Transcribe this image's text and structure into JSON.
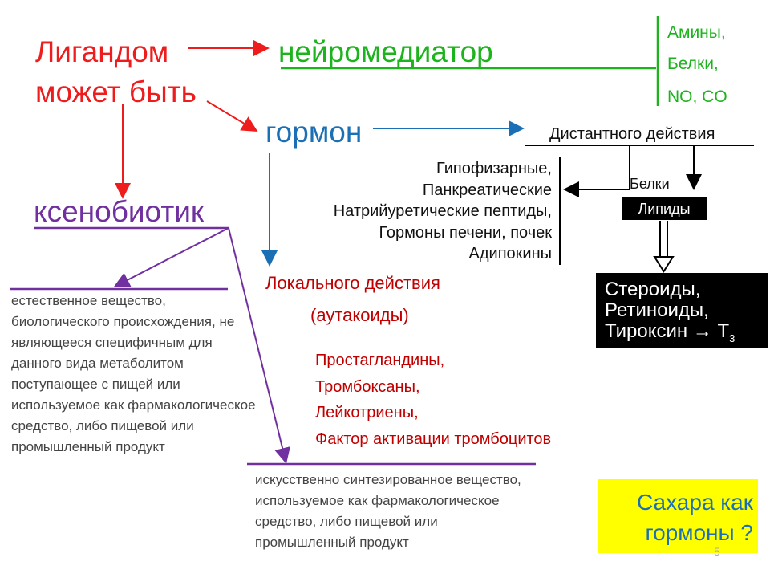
{
  "ligand": {
    "line1": "Лигандом",
    "line2": "может быть"
  },
  "neuro": {
    "label": "нейромедиатор",
    "items": [
      "Амины,",
      "Белки,",
      "NO, CO"
    ]
  },
  "hormone": {
    "label": "гормон",
    "distant": "Дистантного действия",
    "distant_list": [
      "Гипофизарные,",
      "Панкреатические",
      "Натрийуретические пептиды,",
      "Гормоны печени, почек",
      "Адипокины"
    ],
    "proteins": "Белки",
    "lipids": "Липиды",
    "lipid_derivatives": [
      "Стероиды,",
      "Ретиноиды,",
      "Тироксин → Т"
    ],
    "t3_sub": "3",
    "local": "Локального действия",
    "autacoids": "(аутакоиды)",
    "local_list": [
      "Простагландины,",
      "Тромбоксаны,",
      "Лейкотриены,",
      "Фактор активации тромбоцитов"
    ]
  },
  "xeno": {
    "label": "ксенобиотик",
    "natural": "естественное вещество, биологического происхождения, не являющееся специфичным для данного вида метаболитом поступающее с пищей или используемое как фармакологическое средство, либо пищевой или промышленный продукт",
    "synthetic": "искусственно синтезированное вещество, используемое как фармакологическое средство, либо пищевой или промышленный продукт"
  },
  "sugar_note": "Сахара как гормоны ?",
  "page_number": "5",
  "colors": {
    "red": "#ee1c1c",
    "green": "#1db31d",
    "blue": "#1a6fb5",
    "purple": "#7030a0",
    "darkred": "#c00000",
    "yellow": "#ffff00"
  }
}
